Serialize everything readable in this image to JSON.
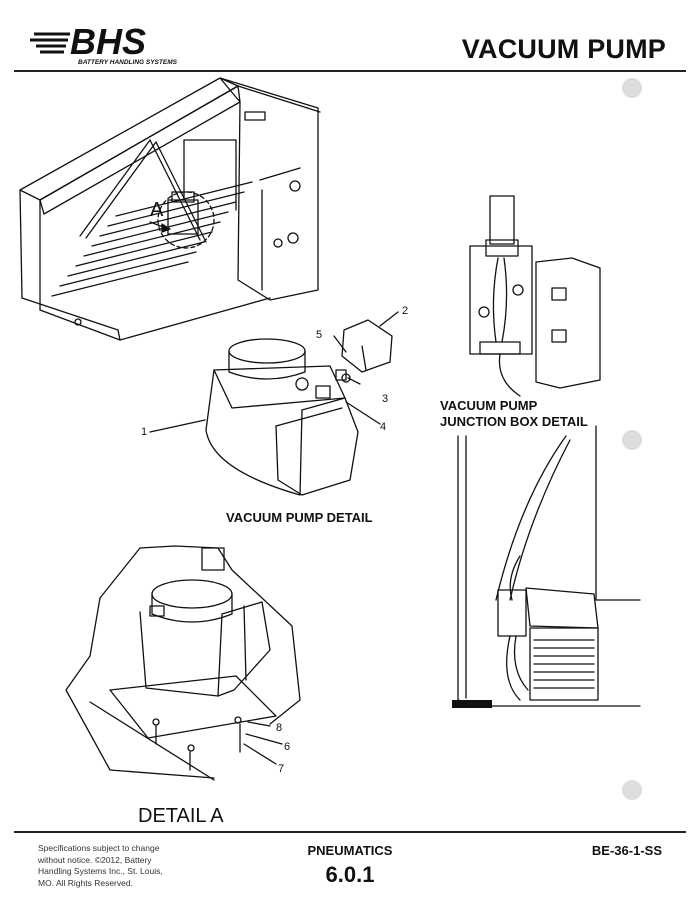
{
  "header": {
    "logo_text": "BHS",
    "logo_tagline": "BATTERY HANDLING SYSTEMS",
    "title": "VACUUM PUMP"
  },
  "drawing": {
    "views": {
      "vacuum_pump_detail": "VACUUM PUMP DETAIL",
      "junction_box_line1": "VACUUM PUMP",
      "junction_box_line2": "JUNCTION BOX DETAIL",
      "detail_a": "DETAIL  A",
      "detail_a_callout": "A"
    },
    "part_callouts": [
      "1",
      "2",
      "3",
      "4",
      "5",
      "6",
      "7",
      "8"
    ]
  },
  "footer": {
    "note_lines": [
      "Specifications subject to change",
      "without notice. ©2012, Battery",
      "Handling Systems Inc., St. Louis,",
      "MO. All Rights Reserved."
    ],
    "section": "PNEUMATICS",
    "page_number": "6.0.1",
    "doc_code": "BE-36-1-SS"
  }
}
